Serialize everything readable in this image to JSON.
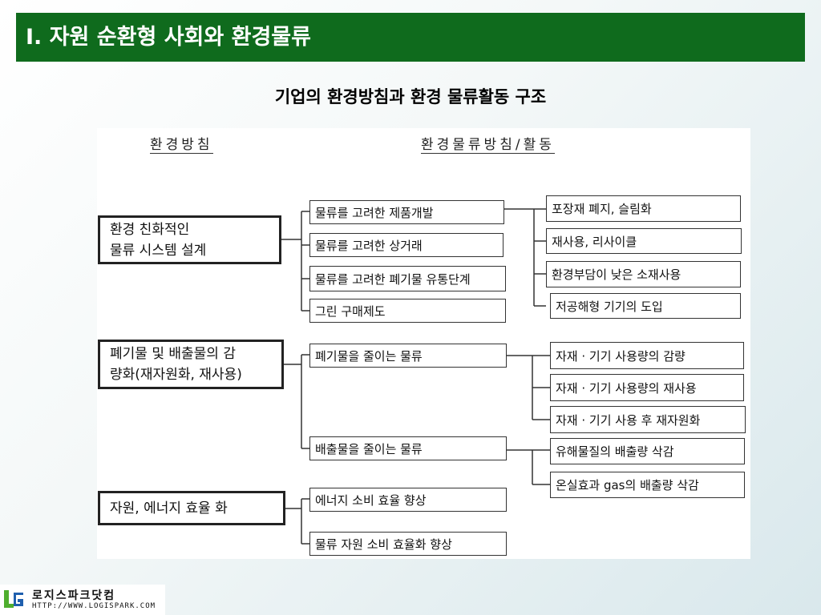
{
  "slide": {
    "title": "I. 자원 순환형 사회와 환경물류",
    "subtitle": "기업의 환경방침과 환경 물류활동 구조"
  },
  "diagram": {
    "header_policy": "환경방침",
    "header_activity": "환경물류방침/활동",
    "policies": [
      {
        "line1": "환경 친화적인",
        "line2": "물류 시스템 설계"
      },
      {
        "line1": "폐기물 및 배출물의 감",
        "line2": "량화(재자원화, 재사용)"
      },
      {
        "line1": "자원, 에너지 효율 화",
        "line2": ""
      }
    ],
    "activities": [
      "물류를 고려한 제품개발",
      "물류를 고려한 상거래",
      "물류를 고려한 폐기물 유통단계",
      "그린 구매제도",
      "폐기물을 줄이는 물류",
      "배출물을 줄이는 물류",
      "에너지 소비 효율 향상",
      "물류 자원 소비 효율화 향상"
    ],
    "details": [
      "포장재 폐지, 슬림화",
      "재사용, 리사이클",
      "환경부담이 낮은 소재사용",
      "저공해형 기기의 도입",
      "자재 · 기기 사용량의 감량",
      "자재 · 기기 사용량의 재사용",
      "자재 · 기기 사용 후 재자원화",
      "유해물질의 배출량 삭감",
      "온실효과 gas의 배출량 삭감"
    ]
  },
  "logo": {
    "name": "로지스파크닷컴",
    "url": "HTTP://WWW.LOGISPARK.COM",
    "icon": "logispark-logo-icon"
  },
  "colors": {
    "title_bar": "#0f6b1d",
    "title_text": "#ffffff",
    "accent": "#4fae2e"
  }
}
